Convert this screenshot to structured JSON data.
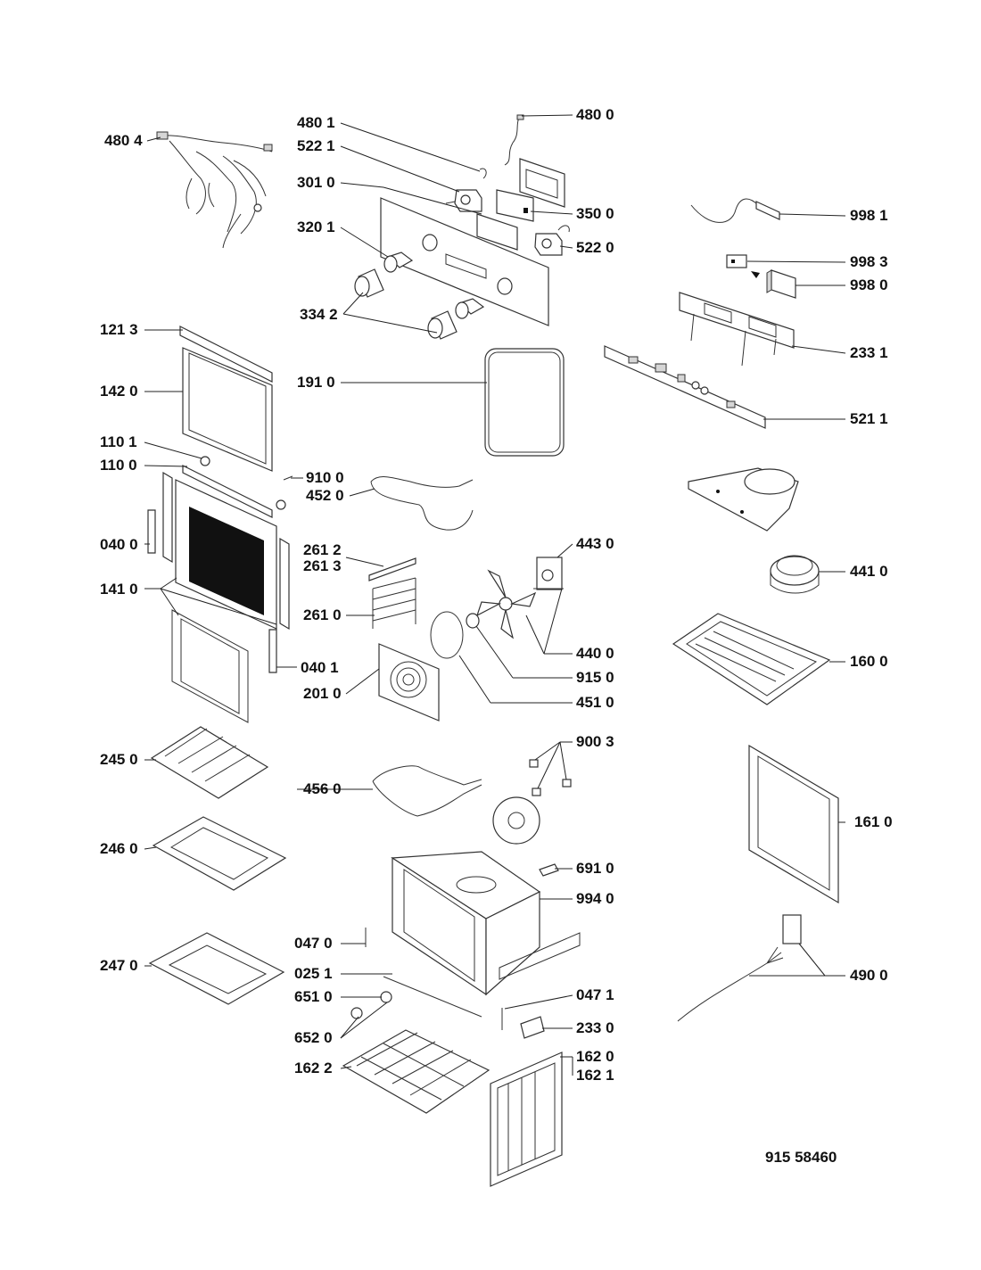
{
  "diagram": {
    "doc_number": "915 58460",
    "labels": {
      "l4804": "480 4",
      "l4801": "480 1",
      "l4800": "480 0",
      "l5221": "522 1",
      "l3010": "301 0",
      "l3500": "350 0",
      "l9981": "998 1",
      "l3201": "320 1",
      "l5220": "522 0",
      "l9983": "998 3",
      "l9980": "998 0",
      "l3342": "334 2",
      "l1213": "121 3",
      "l2331": "233 1",
      "l1420": "142 0",
      "l1910": "191 0",
      "l5211": "521 1",
      "l1101": "110 1",
      "l1100": "110 0",
      "l9100": "910 0",
      "l4520": "452 0",
      "l0400": "040 0",
      "l2612": "261 2",
      "l2613": "261 3",
      "l4430": "443 0",
      "l4410": "441 0",
      "l1410": "141 0",
      "l2610": "261 0",
      "l4400": "440 0",
      "l1600": "160 0",
      "l0401": "040 1",
      "l9150": "915 0",
      "l2010": "201 0",
      "l4510": "451 0",
      "l2450": "245 0",
      "l9003": "900 3",
      "l4560": "456 0",
      "l1610": "161 0",
      "l2460": "246 0",
      "l6910": "691 0",
      "l9940": "994 0",
      "l0470": "047 0",
      "l2470": "247 0",
      "l0251": "025 1",
      "l4900": "490 0",
      "l6510": "651 0",
      "l0471": "047 1",
      "l6520": "652 0",
      "l2330": "233 0",
      "l1620": "162 0",
      "l1622": "162 2",
      "l1621": "162 1"
    }
  }
}
